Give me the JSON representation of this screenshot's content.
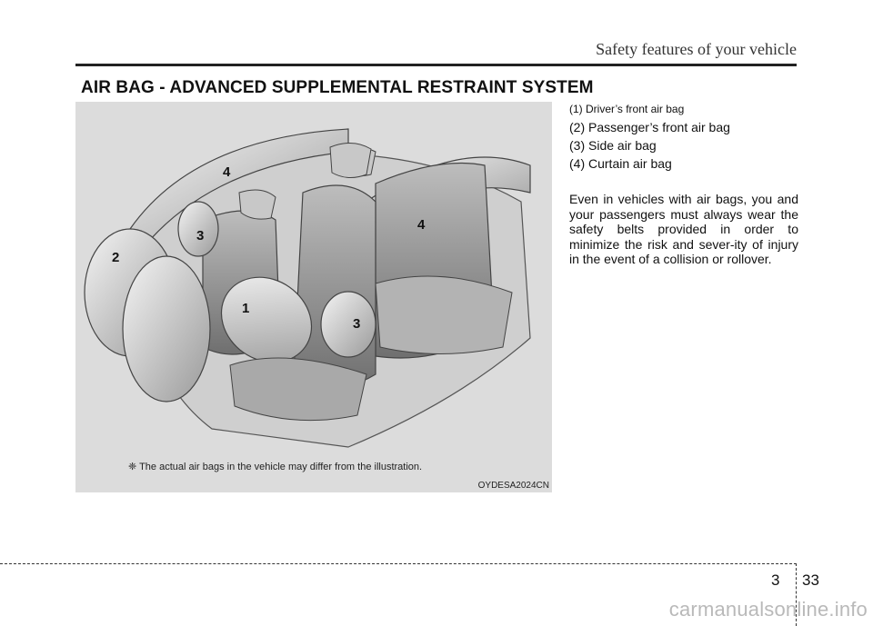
{
  "header": {
    "section": "Safety features of your vehicle"
  },
  "title": "AIR BAG - ADVANCED SUPPLEMENTAL RESTRAINT SYSTEM",
  "figure": {
    "callouts": [
      "4",
      "3",
      "2",
      "1",
      "4",
      "3"
    ],
    "note": "❈ The actual air bags in the vehicle may differ from the illustration.",
    "code": "OYDESA2024CN"
  },
  "legend": [
    "(1) Driver’s front air bag",
    "(2) Passenger’s front air bag",
    "(3) Side air bag",
    "(4) Curtain air bag"
  ],
  "body_text": "Even in vehicles with air bags, you and your passengers must always wear the safety belts provided in order to minimize the risk and sever-ity of injury in the event of a collision or rollover.",
  "footer": {
    "chapter": "3",
    "page": "33",
    "watermark": "carmanualsonline.info"
  }
}
